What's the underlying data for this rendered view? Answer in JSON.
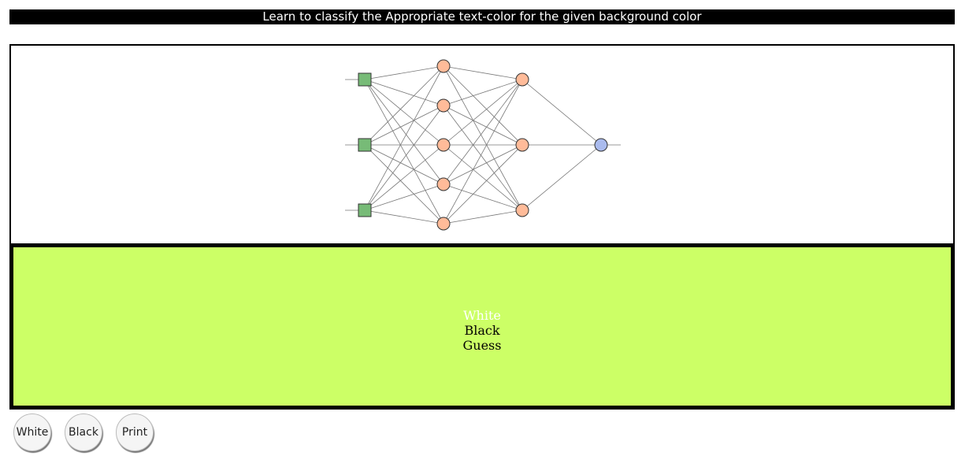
{
  "header": {
    "title": "Learn to classify the Appropriate text-color for the given background color"
  },
  "network": {
    "layers": [
      {
        "role": "input",
        "count": 3,
        "shape": "square",
        "color": "#77bb77"
      },
      {
        "role": "hidden",
        "count": 5,
        "shape": "circle",
        "color": "#ffbb99"
      },
      {
        "role": "hidden",
        "count": 3,
        "shape": "circle",
        "color": "#ffbb99"
      },
      {
        "role": "output",
        "count": 1,
        "shape": "circle",
        "color": "#aabbee"
      }
    ]
  },
  "preview": {
    "background_color": "#ccff66",
    "white_label": "White",
    "black_label": "Black",
    "guess_label": "Guess"
  },
  "buttons": {
    "white_label": "White",
    "black_label": "Black",
    "print_label": "Print"
  }
}
